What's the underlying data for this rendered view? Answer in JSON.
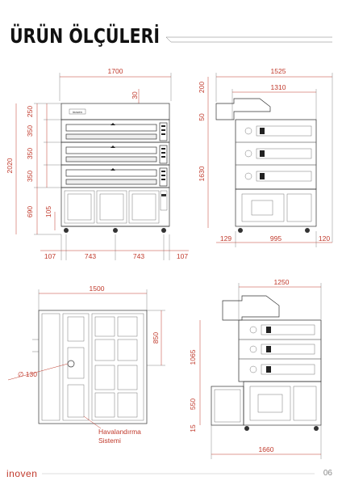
{
  "title": "ÜRÜN ÖLÇÜLERİ",
  "front_view": {
    "width": "1700",
    "dim_30": "30",
    "dim_250": "250",
    "dim_350_a": "350",
    "dim_350_b": "350",
    "dim_350_c": "350",
    "height": "2020",
    "dim_690": "690",
    "dim_105": "105",
    "bottom_107_left": "107",
    "bottom_743_a": "743",
    "bottom_743_b": "743",
    "bottom_107_right": "107",
    "badge": "inoven"
  },
  "side_view": {
    "width": "1525",
    "inner": "1310",
    "dim_200": "200",
    "dim_50": "50",
    "dim_1630": "1630",
    "bottom_129": "129",
    "bottom_995": "995",
    "bottom_120": "120"
  },
  "top_view": {
    "width": "1500",
    "depth": "850",
    "diameter": "∅ 130",
    "vent_label_1": "Havalandırma",
    "vent_label_2": "Sistemi"
  },
  "iso_view": {
    "width": "1250",
    "dim_1065": "1065",
    "dim_550": "550",
    "dim_15": "15",
    "bottom_1660": "1660"
  },
  "footer": {
    "brand": "inoven",
    "page_number": "06"
  },
  "colors": {
    "accent": "#c0392b",
    "line": "#333333"
  }
}
